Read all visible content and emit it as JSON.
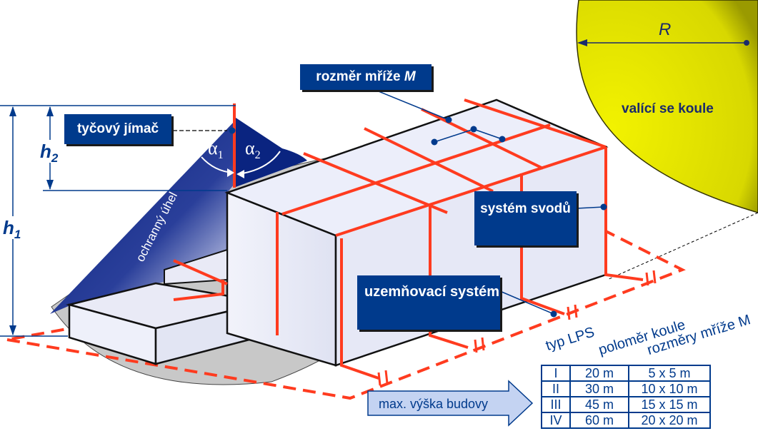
{
  "labels": {
    "rod": "tyčový jímač",
    "mesh": "rozměr mříže",
    "mesh_var": "M",
    "rolling_sphere": "valící se koule",
    "radius": "R",
    "down_conductor": "systém svodů",
    "earthing": "uzemňovací systém",
    "protective_angle": "ochranný úhel",
    "alpha1": "α",
    "alpha1_sub": "1",
    "alpha2": "α",
    "alpha2_sub": "2",
    "h1": "h",
    "h1_sub": "1",
    "h2": "h",
    "h2_sub": "2",
    "max_height": "max. výška budovy"
  },
  "table": {
    "headers": [
      "typ LPS",
      "poloměr koule",
      "rozměry mříže M"
    ],
    "rows": [
      [
        "I",
        "20 m",
        "5 x 5 m"
      ],
      [
        "II",
        "30 m",
        "10 x 10 m"
      ],
      [
        "III",
        "45 m",
        "15 x 15 m"
      ],
      [
        "IV",
        "60 m",
        "20 x 20 m"
      ]
    ]
  },
  "colors": {
    "navy": "#003a8c",
    "conductor": "#ff3b1f",
    "sphere": "#e4e400",
    "wall": "#e6e8f6"
  }
}
